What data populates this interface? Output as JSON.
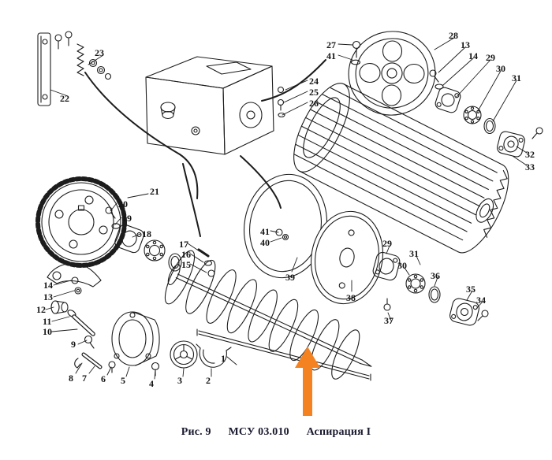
{
  "figure": {
    "caption_fig": "Рис. 9",
    "caption_code": "МСУ 03.010",
    "caption_title": "Аспирация I",
    "caption_full": "Рис. 9   МСУ 03.010   Аспирация I"
  },
  "highlight": {
    "arrow_color": "#F58220",
    "direction": "up"
  },
  "colors": {
    "line": "#1c1c1c",
    "background": "#ffffff",
    "caption_text": "#1a1a30"
  },
  "callouts": [
    {
      "label": "23"
    },
    {
      "label": "22"
    },
    {
      "label": "27"
    },
    {
      "label": "41"
    },
    {
      "label": "28"
    },
    {
      "label": "13"
    },
    {
      "label": "14"
    },
    {
      "label": "29"
    },
    {
      "label": "30"
    },
    {
      "label": "31"
    },
    {
      "label": "24"
    },
    {
      "label": "25"
    },
    {
      "label": "26"
    },
    {
      "label": "32"
    },
    {
      "label": "33"
    },
    {
      "label": "21"
    },
    {
      "label": "20"
    },
    {
      "label": "19"
    },
    {
      "label": "18"
    },
    {
      "label": "17"
    },
    {
      "label": "16"
    },
    {
      "label": "15"
    },
    {
      "label": "41"
    },
    {
      "label": "40"
    },
    {
      "label": "39"
    },
    {
      "label": "38"
    },
    {
      "label": "29"
    },
    {
      "label": "31"
    },
    {
      "label": "30"
    },
    {
      "label": "36"
    },
    {
      "label": "35"
    },
    {
      "label": "34"
    },
    {
      "label": "37"
    },
    {
      "label": "14"
    },
    {
      "label": "13"
    },
    {
      "label": "12"
    },
    {
      "label": "11"
    },
    {
      "label": "10"
    },
    {
      "label": "9"
    },
    {
      "label": "8"
    },
    {
      "label": "7"
    },
    {
      "label": "6"
    },
    {
      "label": "5"
    },
    {
      "label": "4"
    },
    {
      "label": "3"
    },
    {
      "label": "2"
    },
    {
      "label": "1"
    }
  ]
}
